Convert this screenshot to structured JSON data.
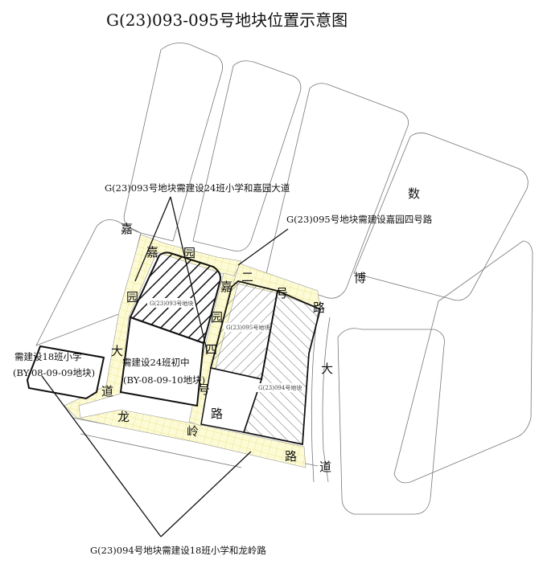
{
  "title": "G(23)093-095号地块位置示意图",
  "callouts": {
    "c093": "G(23)093号地块需建设24班小学和嘉园大道",
    "c095": "G(23)095号地块需建设嘉园四号路",
    "c094": "G(23)094号地块需建设18班小学和龙岭路"
  },
  "parcels": {
    "p093": "G(23)093号地块",
    "p095": "G(23)095号地块",
    "p094": "G(23)094号地块"
  },
  "schools": {
    "s18_line1": "需建设18班小学",
    "s18_line2": "(BY-08-09-09地块)",
    "s24_line1": "需建设24班初中",
    "s24_line2": "(BY-08-09-10地块)"
  },
  "road_chars": {
    "jiayuan_dadao": [
      "嘉",
      "园",
      "园",
      "大",
      "道"
    ],
    "jiayuan_sihao": [
      "嘉",
      "园",
      "四",
      "号",
      "路"
    ],
    "erhaolu": [
      "二",
      "号",
      "路"
    ],
    "longling": [
      "龙",
      "岭",
      "路"
    ],
    "shubo": [
      "数",
      "博",
      "大",
      "道"
    ]
  },
  "colors": {
    "road_fill": "#fdfbd2",
    "road_grid": "#e9e27a",
    "line": "#111111"
  }
}
